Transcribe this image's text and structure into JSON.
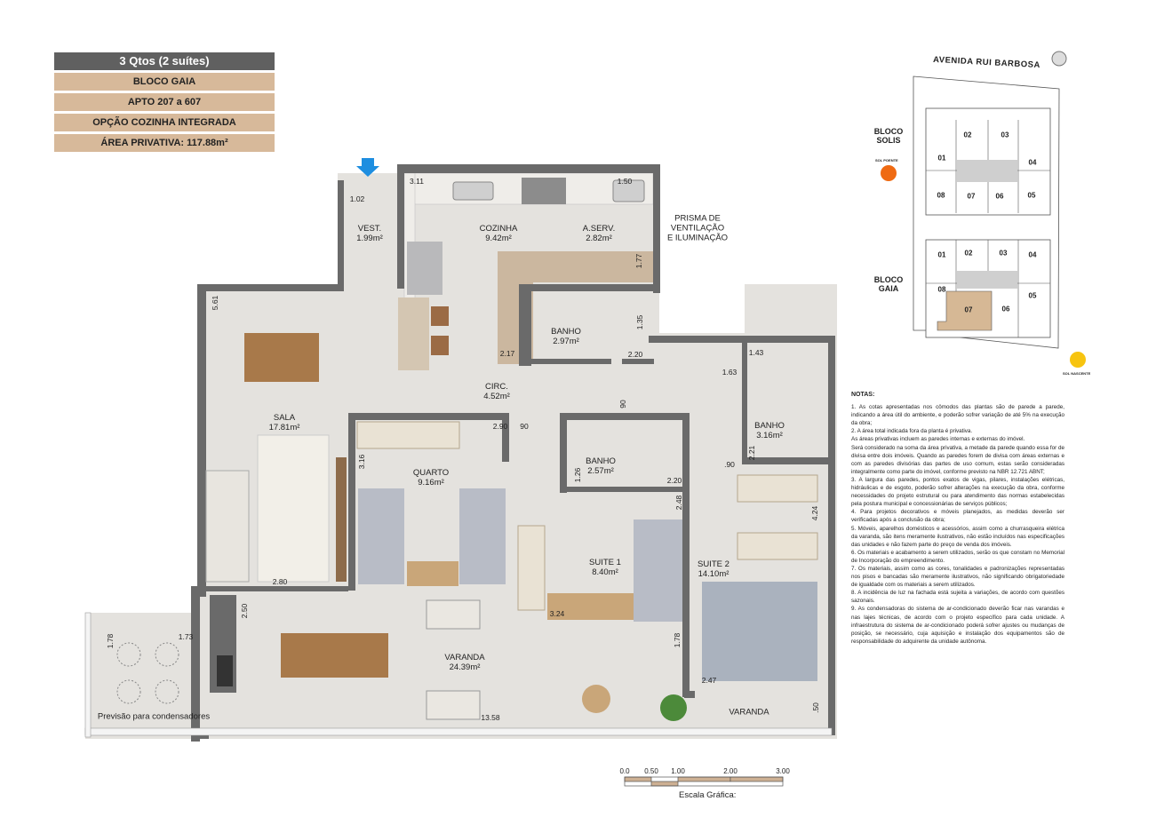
{
  "header": {
    "typology": "3 Qtos (2 suítes)",
    "block": "BLOCO GAIA",
    "units": "APTO 207 a 607",
    "option": "OPÇÃO COZINHA INTEGRADA",
    "area": "ÁREA PRIVATIVA: 117.88m²"
  },
  "rooms": {
    "vest": {
      "name": "VEST.",
      "area": "1.99m²"
    },
    "cozinha": {
      "name": "COZINHA",
      "area": "9.42m²"
    },
    "aserv": {
      "name": "A.SERV.",
      "area": "2.82m²"
    },
    "prisma": {
      "line1": "PRISMA DE",
      "line2": "VENTILAÇÃO",
      "line3": "E ILUMINAÇÃO"
    },
    "banho1": {
      "name": "BANHO",
      "area": "2.97m²"
    },
    "circ": {
      "name": "CIRC.",
      "area": "4.52m²"
    },
    "sala": {
      "name": "SALA",
      "area": "17.81m²"
    },
    "quarto": {
      "name": "QUARTO",
      "area": "9.16m²"
    },
    "banho2": {
      "name": "BANHO",
      "area": "2.57m²"
    },
    "banho3": {
      "name": "BANHO",
      "area": "3.16m²"
    },
    "suite1": {
      "name": "SUITE 1",
      "area": "8.40m²"
    },
    "suite2": {
      "name": "SUITE 2",
      "area": "14.10m²"
    },
    "varanda": {
      "name": "VARANDA",
      "area": "24.39m²"
    },
    "varanda2": {
      "name": "VARANDA"
    },
    "condensadores": {
      "name": "Previsão para condensadores"
    }
  },
  "dimensions": [
    "1.02",
    "3.11",
    "1.50",
    "1.77",
    "1.35",
    "5.61",
    "2.17",
    "2.20",
    "1.63",
    "1.43",
    "90",
    "90",
    "2.90",
    "3.16",
    "1.26",
    "2.20",
    ".90",
    "2.21",
    "2.48",
    "4.24",
    "2.80",
    "2.50",
    "3.24",
    "1.78",
    "1.73",
    "1.78",
    "2.47",
    "13.58",
    ".50"
  ],
  "site_plan": {
    "street": "AVENIDA RUI BARBOSA",
    "block_top": {
      "line1": "BLOCO",
      "line2": "SOLIS"
    },
    "block_bottom": {
      "line1": "BLOCO",
      "line2": "GAIA"
    },
    "sun_west": "SOL POENTE",
    "sun_east": "SOL NASCENTE",
    "solis_units": [
      "01",
      "02",
      "03",
      "04",
      "05",
      "06",
      "07",
      "08"
    ],
    "gaia_units": [
      "01",
      "02",
      "03",
      "04",
      "05",
      "06",
      "07",
      "08"
    ],
    "highlighted_unit": "07",
    "highlight_color": "#d6b895"
  },
  "notes": {
    "title": "NOTAS:",
    "items": [
      "1. As cotas apresentadas nos cômodos das plantas são de parede a parede, indicando a área útil do ambiente, e poderão sofrer variação de até 5% na execução da obra;",
      "2. A área total indicada fora da planta é privativa.",
      "As áreas privativas incluem as paredes internas e externas do imóvel.",
      "Será considerado na soma da área privativa, a metade da parede quando essa for de divisa entre dois imóveis. Quando as paredes forem de divisa com áreas externas e com as paredes divisórias das partes de uso comum, estas serão consideradas integralmente como parte do imóvel, conforme previsto na NBR 12.721 ABNT;",
      "3. A largura das paredes, pontos exatos de vigas, pilares, instalações elétricas, hidráulicas e de esgoto, poderão sofrer alterações na execução da obra, conforme necessidades do projeto estrutural ou para atendimento das normas estabelecidas pela postura municipal e concessionárias de serviços públicos;",
      "4. Para projetos decorativos e móveis planejados, as medidas deverão ser verificadas após a conclusão da obra;",
      "5. Móveis, aparelhos domésticos e acessórios, assim como a churrasqueira elétrica da varanda, são itens meramente ilustrativos, não estão incluídos nas especificações das unidades e não fazem parte do preço de venda dos imóveis.",
      "6. Os materiais e acabamento a serem utilizados, serão os que constam no Memorial de Incorporação do empreendimento.",
      "7. Os materiais, assim como as cores, tonalidades e padronizações representadas nos pisos e bancadas são meramente ilustrativos, não significando obrigatoriedade de igualdade com os materiais a serem utilizados.",
      "8. A incidência de luz na fachada está sujeita a variações, de acordo com questões sazonais.",
      "9. As condensadoras do sistema de ar-condicionado deverão ficar nas varandas e nas lajes técnicas, de acordo com o projeto específico para cada unidade. A infraestrutura do sistema de ar-condicionado poderá sofrer ajustes ou mudanças de posição, se necessário, cuja aquisição e instalação dos equipamentos são de responsabilidade do adquirente da unidade autônoma."
    ]
  },
  "scale": {
    "ticks": [
      "0.0",
      "0.50",
      "1.00",
      "2.00",
      "3.00"
    ],
    "label": "Escala Gráfica:"
  },
  "colors": {
    "wall": "#6a6a6a",
    "floor": "#e4e2de",
    "accent": "#d7b99a",
    "header_dark": "#606060",
    "entry_arrow": "#1e8ee0"
  }
}
